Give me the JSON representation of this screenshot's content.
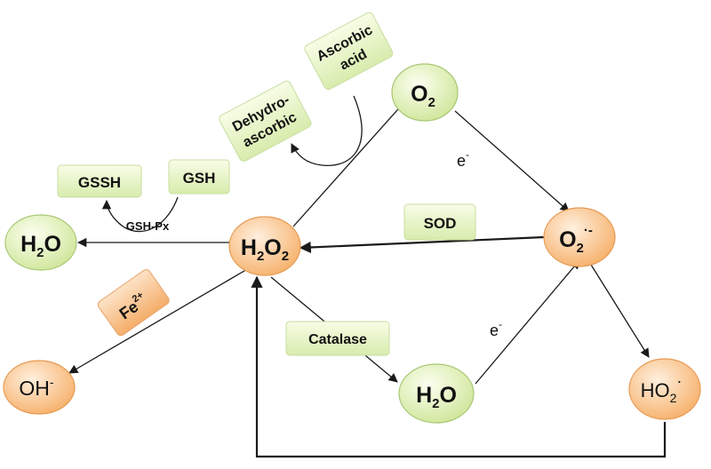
{
  "nodes": {
    "h2o2": {
      "main": "H",
      "sub1": "2",
      "mid": "O",
      "sub2": "2"
    },
    "o2": {
      "main": "O",
      "sub": "2"
    },
    "superoxide": {
      "main": "O",
      "sub": "2",
      "sup": "·-"
    },
    "h2o_left": {
      "main": "H",
      "sub": "2",
      "tail": "O"
    },
    "h2o_bottom": {
      "main": "H",
      "sub": "2",
      "tail": "O"
    },
    "oh": {
      "main": "OH",
      "sup": "-"
    },
    "ho2": {
      "main": "HO",
      "sub": "2",
      "sup": "·"
    }
  },
  "boxes": {
    "gssh": "GSSH",
    "gsh": "GSH",
    "dehydro_line1": "Dehydro-",
    "dehydro_line2": "ascorbic",
    "ascorbic_line1": "Ascorbic",
    "ascorbic_line2": "acid",
    "sod": "SOD",
    "catalase": "Catalase",
    "fe": "Fe",
    "fe_sup": "2+"
  },
  "labels": {
    "gsh_px": "GSH-Px",
    "electron_top": "e",
    "electron_top_sup": "-",
    "electron_bottom": "e",
    "electron_bottom_sup": "-"
  },
  "colors": {
    "orange_fill": "#fbc896",
    "orange_stroke": "#e79a52",
    "green_fill": "#e4f3bf",
    "green_stroke": "#a8c774",
    "arrow": "#1a1a1a"
  }
}
